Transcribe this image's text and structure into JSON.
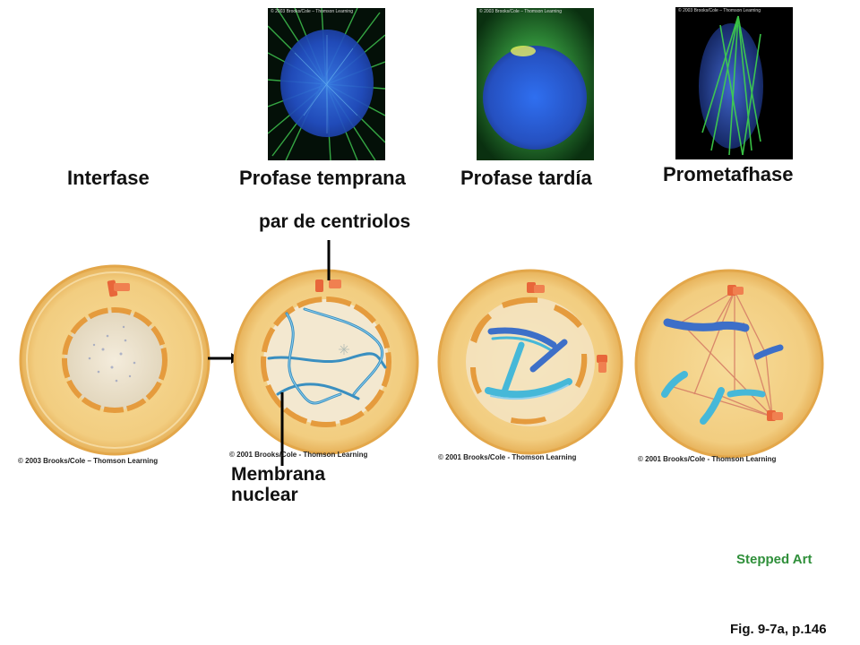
{
  "stages": [
    {
      "id": "interphase",
      "label": "Interfase",
      "copyright": "© 2003 Brooks/Cole – Thomson Learning"
    },
    {
      "id": "early-prophase",
      "label": "Profase temprana",
      "copyright": "© 2001 Brooks/Cole - Thomson Learning",
      "photo_copyright": "© 2003 Brooks/Cole – Thomson Learning"
    },
    {
      "id": "late-prophase",
      "label": "Profase tardía",
      "copyright": "© 2001 Brooks/Cole - Thomson Learning",
      "photo_copyright": "© 2003 Brooks/Cole – Thomson Learning"
    },
    {
      "id": "prometaphase",
      "label": "Prometafhase",
      "copyright": "© 2001 Brooks/Cole - Thomson Learning",
      "photo_copyright": "© 2003 Brooks/Cole – Thomson Learning"
    }
  ],
  "callouts": {
    "centrioles": "par de centriolos",
    "membrane_line1": "Membrana",
    "membrane_line2": "nuclear"
  },
  "footer": {
    "stepped_art": "Stepped Art",
    "figure_ref": "Fig. 9-7a, p.146"
  },
  "colors": {
    "cytoplasm": "#f4d48e",
    "cell_rim": "#e3a74a",
    "nucleus": "#f7e3b5",
    "envelope": "#e59b3d",
    "chromatin_blue": "#3a8fc0",
    "chromosome_cyan": "#46b8d8",
    "chromosome_blue": "#3d6fc8",
    "centriole": "#e8663a",
    "spindle": "#d9876a",
    "photo_bg": "#000000",
    "photo_green": "#35c24a",
    "photo_blue": "#2a5fe0",
    "stepped_green": "#2f8f3a"
  }
}
